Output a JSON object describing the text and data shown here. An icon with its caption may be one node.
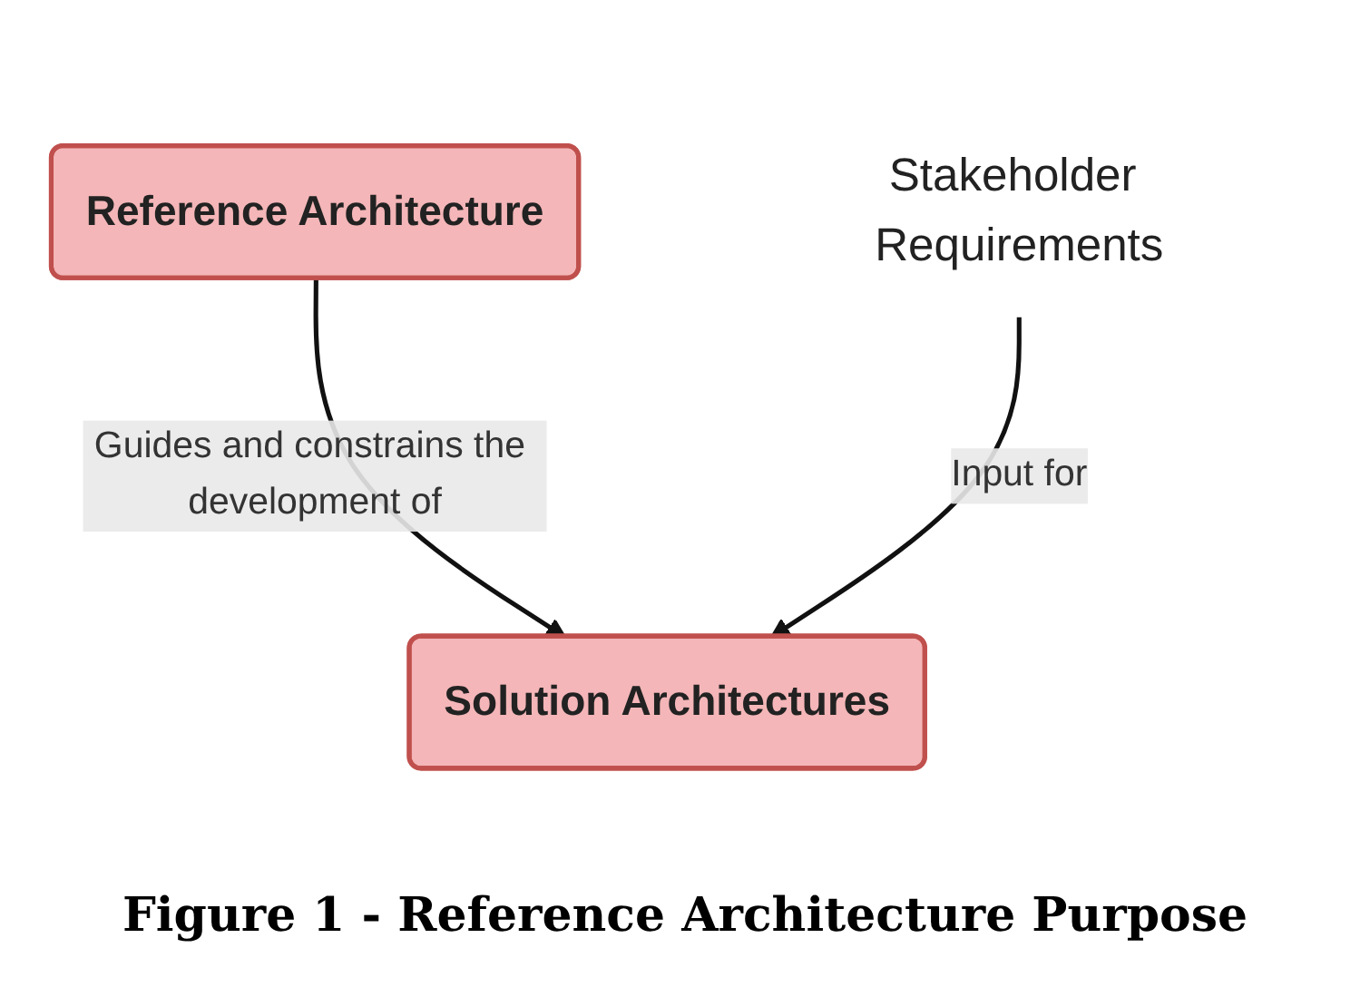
{
  "diagram": {
    "caption": "Figure 1 - Reference Architecture Purpose",
    "nodes": [
      {
        "text": [
          "Reference Architecture"
        ]
      },
      {
        "text": [
          "Solution Architectures"
        ]
      },
      {
        "text": [
          "Stakeholder Requirements"
        ]
      }
    ],
    "edges": [
      {
        "from": 0,
        "to": 1,
        "arrow": "to",
        "label": "Guides and constrains the development of"
      },
      {
        "from": 2,
        "to": 1,
        "arrow": "to",
        "label": "Input for"
      }
    ]
  }
}
